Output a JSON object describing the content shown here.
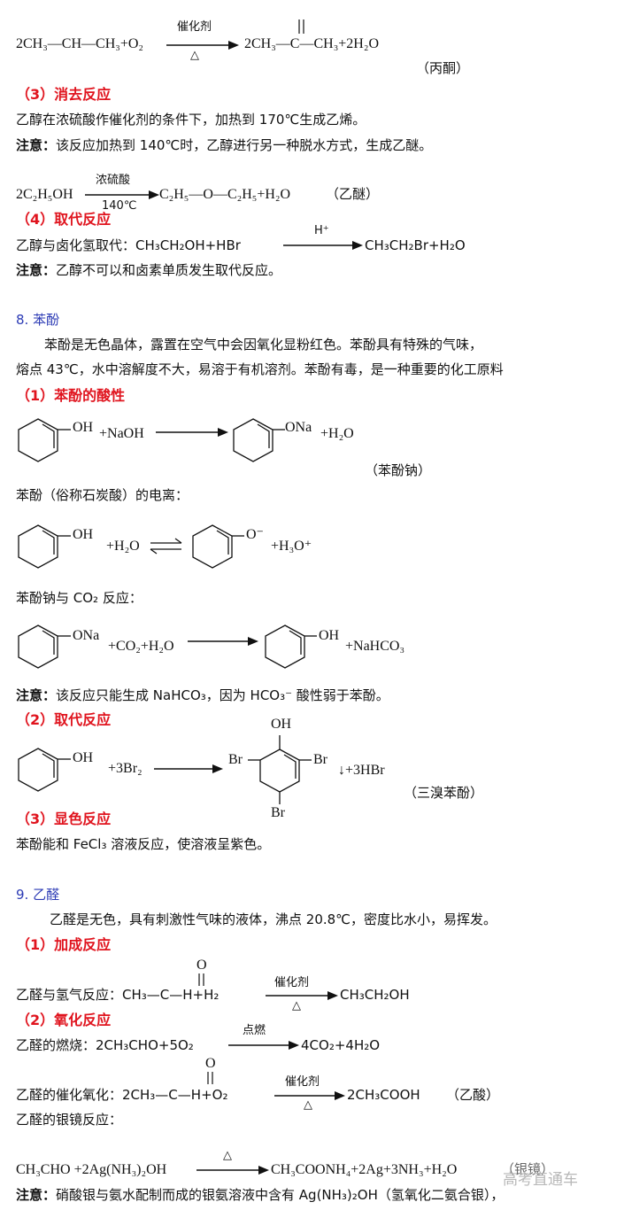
{
  "acetone_eq": {
    "left": "2CH₃—CH—CH₃+O₂",
    "catalyst": "催化剂",
    "heat": "△",
    "right": "2CH₃—C—CH₃+2H₂O",
    "product_name": "（丙酮）"
  },
  "elimination": {
    "heading": "（3）消去反应",
    "text": "乙醇在浓硫酸作催化剂的条件下，加热到 170℃生成乙烯。",
    "note_label": "注意：",
    "note_text": "该反应加热到 140℃时，乙醇进行另一种脱水方式，生成乙醚。",
    "eq_left": "2C₂H₅OH",
    "eq_top": "浓硫酸",
    "eq_bottom": "140℃",
    "eq_right": "C₂H₅—O—C₂H₅+H₂O",
    "eq_name": "（乙醚）"
  },
  "substitution_ethanol": {
    "heading": "（4）取代反应",
    "text_left": "乙醇与卤化氢取代：CH₃CH₂OH+HBr",
    "cond": "H⁺",
    "text_right": "CH₃CH₂Br+H₂O",
    "note_label": "注意：",
    "note_text": "乙醇不可以和卤素单质发生取代反应。"
  },
  "phenol": {
    "title": "8. 苯酚",
    "para1": "苯酚是无色晶体，露置在空气中会因氧化显粉红色。苯酚具有特殊的气味，",
    "para2": "熔点 43℃，水中溶解度不大，易溶于有机溶剂。苯酚有毒，是一种重要的化工原料",
    "acid_heading": "（1）苯酚的酸性",
    "eq1_oh": "OH",
    "eq1_reagent": "+NaOH",
    "eq1_ona": "ONa",
    "eq1_water": "+H₂O",
    "eq1_name": "（苯酚钠）",
    "ion_label": "苯酚（俗称石炭酸）的电离：",
    "eq2_oh": "OH",
    "eq2_reagent": "+H₂O",
    "eq2_o": "O⁻",
    "eq2_product": "+H₃O⁺",
    "co2_label": "苯酚钠与 CO₂ 反应：",
    "eq3_ona": "ONa",
    "eq3_reagent": "+CO₂+H₂O",
    "eq3_oh": "OH",
    "eq3_product": "+NaHCO₃",
    "note_label": "注意：",
    "note_text": "该反应只能生成 NaHCO₃，因为 HCO₃⁻ 酸性弱于苯酚。",
    "sub_heading": "（2）取代反应",
    "eq4_oh": "OH",
    "eq4_reagent": "+3Br₂",
    "eq4_top_oh": "OH",
    "eq4_br_left": "Br",
    "eq4_br_right": "Br",
    "eq4_br_bottom": "Br",
    "eq4_product": "↓+3HBr",
    "eq4_name": "（三溴苯酚）",
    "color_heading": "（3）显色反应",
    "color_text": "苯酚能和 FeCl₃ 溶液反应，使溶液呈紫色。"
  },
  "acetaldehyde": {
    "title": "9. 乙醛",
    "para": "乙醛是无色，具有刺激性气味的液体，沸点 20.8℃，密度比水小，易挥发。",
    "add_heading": "（1）加成反应",
    "h2_left": "乙醛与氢气反应：CH₃—C—H+H₂",
    "h2_o": "O",
    "h2_cat": "催化剂",
    "h2_heat": "△",
    "h2_right": "CH₃CH₂OH",
    "ox_heading": "（2）氧化反应",
    "burn_left": "乙醛的燃烧：2CH₃CHO+5O₂",
    "burn_cond": "点燃",
    "burn_right": "4CO₂+4H₂O",
    "cat_left": "乙醛的催化氧化：2CH₃—C—H+O₂",
    "cat_o": "O",
    "cat_cat": "催化剂",
    "cat_heat": "△",
    "cat_right": "2CH₃COOH",
    "cat_name": "（乙酸）",
    "silver_label": "乙醛的银镜反应：",
    "silver_left": "CH₃CHO +2Ag(NH₃)₂OH",
    "silver_heat": "△",
    "silver_right": "CH₃COONH₄+2Ag+3NH₃+H₂O",
    "silver_name": "（银镜）",
    "note_label": "注意：",
    "note_text": "硝酸银与氨水配制而成的银氨溶液中含有 Ag(NH₃)₂OH（氢氧化二氨合银），"
  },
  "watermark": "高考直通车"
}
